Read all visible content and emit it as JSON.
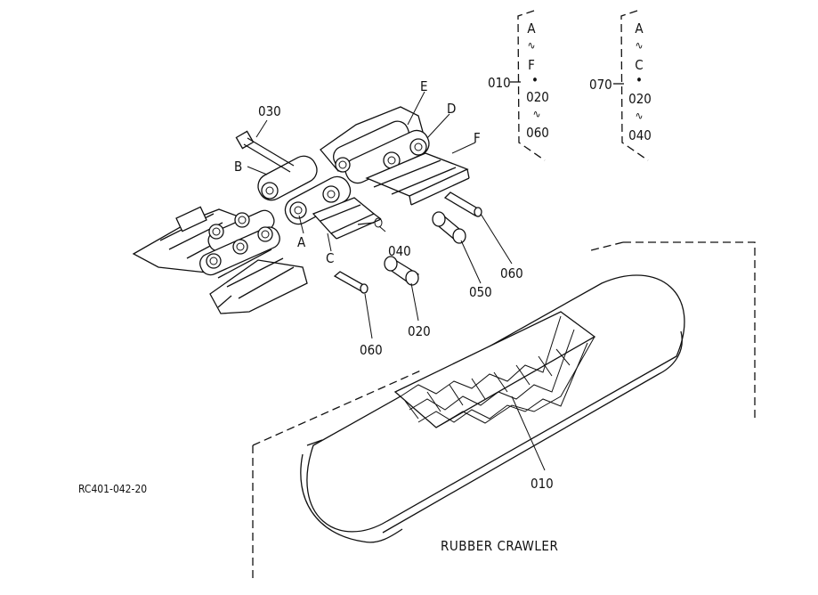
{
  "callouts": {
    "p030": "030",
    "pB": "B",
    "pA": "A",
    "pC": "C",
    "pE": "E",
    "pD": "D",
    "pF": "F",
    "p040": "040",
    "p060_right": "060",
    "p050": "050",
    "p020": "020",
    "p060_left": "060",
    "p010_crawler": "010"
  },
  "legend1": {
    "ref": "010",
    "lines": [
      "A",
      "∿",
      "F",
      "•",
      "020",
      "∿",
      "060"
    ]
  },
  "legend2": {
    "ref": "070",
    "lines": [
      "A",
      "∿",
      "C",
      "•",
      "020",
      "∿",
      "040"
    ]
  },
  "drawing_code": "RC401-042-20",
  "caption": "RUBBER CRAWLER"
}
